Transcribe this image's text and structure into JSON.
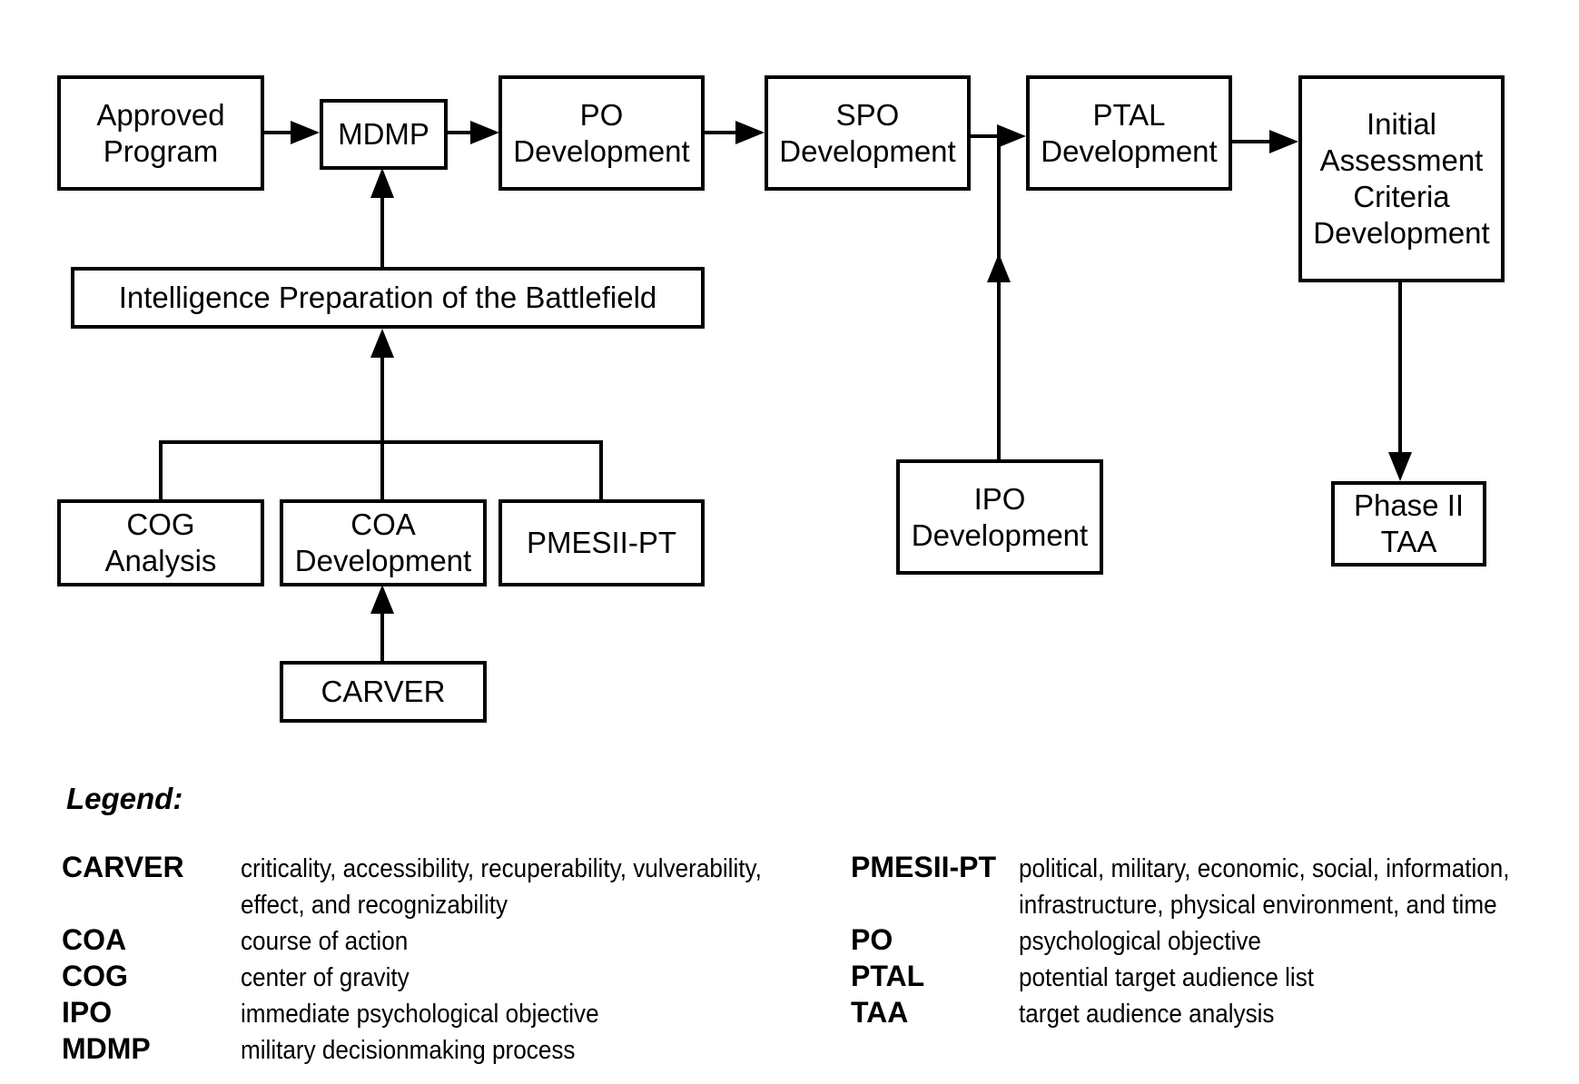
{
  "boxes": {
    "approved_program": "Approved\nProgram",
    "mdmp": "MDMP",
    "po_development": "PO\nDevelopment",
    "spo_development": "SPO\nDevelopment",
    "ptal_development": "PTAL\nDevelopment",
    "initial_assessment": "Initial\nAssessment\nCriteria\nDevelopment",
    "ipb": "Intelligence Preparation of the Battlefield",
    "cog_analysis": "COG\nAnalysis",
    "coa_development": "COA\nDevelopment",
    "pmesii_pt": "PMESII-PT",
    "carver": "CARVER",
    "ipo_development": "IPO\nDevelopment",
    "phase2_taa": "Phase II\nTAA"
  },
  "legend": {
    "title": "Legend:",
    "left": [
      {
        "abbr": "CARVER",
        "def": "criticality, accessibility, recuperability, vulverability,\neffect, and recognizability"
      },
      {
        "abbr": "COA",
        "def": "course of action"
      },
      {
        "abbr": "COG",
        "def": "center of gravity"
      },
      {
        "abbr": "IPO",
        "def": "immediate psychological objective"
      },
      {
        "abbr": "MDMP",
        "def": "military decisionmaking process"
      }
    ],
    "right": [
      {
        "abbr": "PMESII-PT",
        "def": "political, military, economic, social, information,\ninfrastructure, physical environment, and time"
      },
      {
        "abbr": "PO",
        "def": "psychological objective"
      },
      {
        "abbr": "PTAL",
        "def": "potential target audience list"
      },
      {
        "abbr": "TAA",
        "def": "target audience analysis"
      }
    ]
  }
}
